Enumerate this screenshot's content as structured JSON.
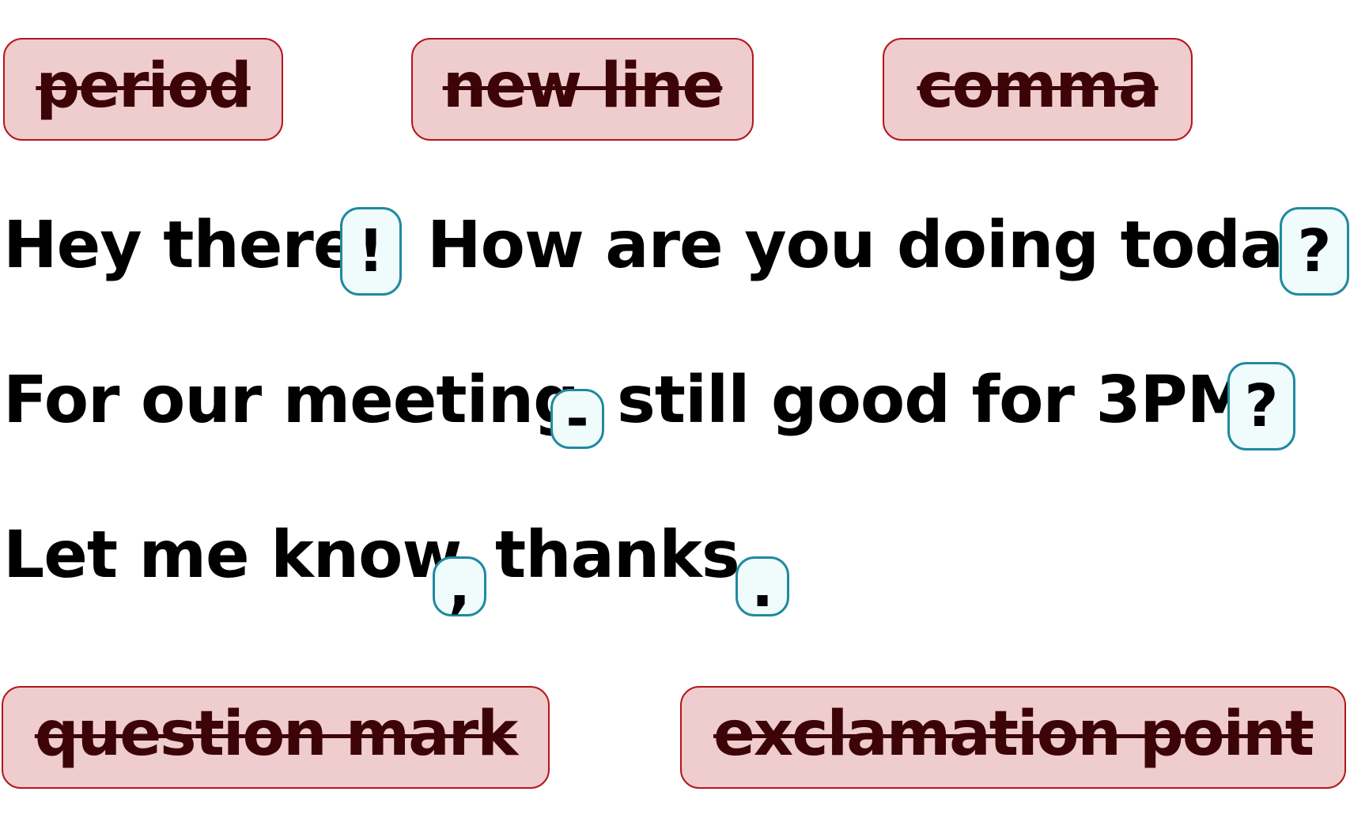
{
  "removed_chips": {
    "period": "period",
    "new_line": "new line",
    "comma": "comma",
    "question_mark": "question mark",
    "exclamation_point": "exclamation point"
  },
  "sentence_1": {
    "part_1": "Hey there",
    "inserted_1": "!",
    "part_2": "How are you doing today",
    "inserted_2": "?"
  },
  "sentence_2": {
    "part_1": "For our meeting",
    "inserted_1": "-",
    "part_2": "still good for 3PM",
    "inserted_2": "?"
  },
  "sentence_3": {
    "part_1": "Let me know",
    "inserted_1": ",",
    "part_2": "thanks",
    "inserted_2": "."
  },
  "colors": {
    "removed_fill": "#efcccd",
    "removed_border": "#b3161b",
    "removed_text": "#3d0407",
    "inserted_fill": "#f0fbfc",
    "inserted_border": "#1f8aa0",
    "text": "#000000"
  }
}
